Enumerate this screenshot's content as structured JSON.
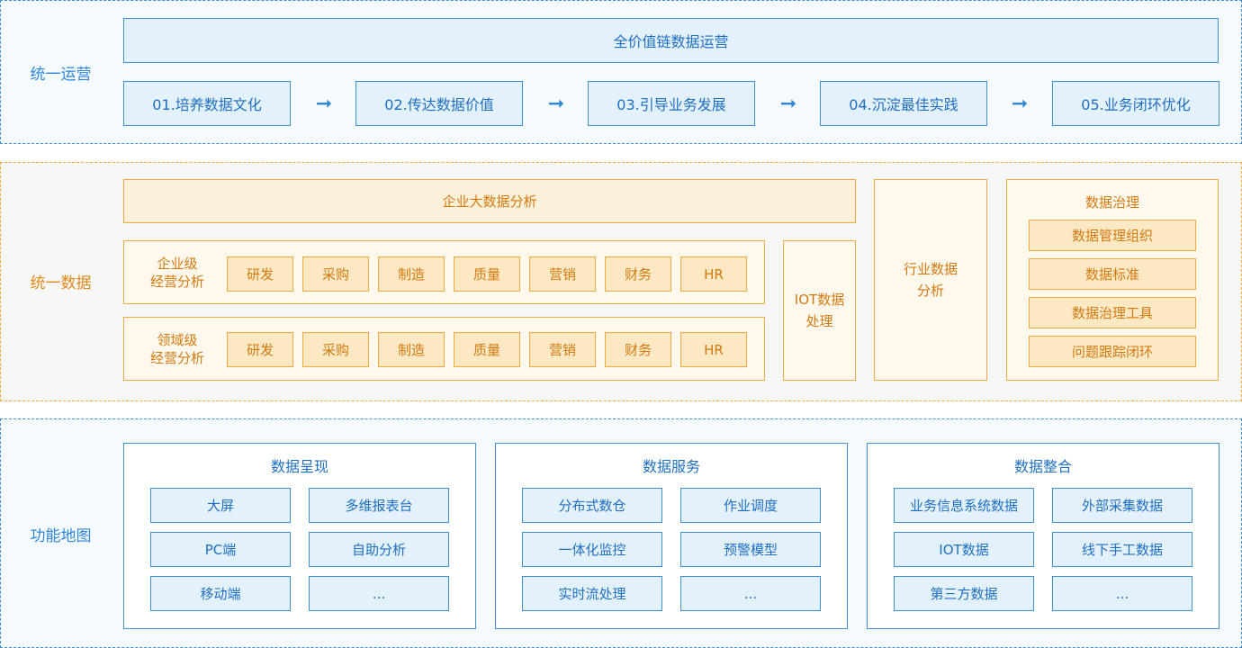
{
  "ops": {
    "label": "统一运营",
    "banner": "全价值链数据运营",
    "steps": [
      "01.培养数据文化",
      "02.传达数据价值",
      "03.引导业务发展",
      "04.沉淀最佳实践",
      "05.业务闭环优化"
    ]
  },
  "data": {
    "label": "统一数据",
    "banner": "企业大数据分析",
    "row1_label": [
      "企业级",
      "经营分析"
    ],
    "row2_label": [
      "领域级",
      "经营分析"
    ],
    "items": [
      "研发",
      "采购",
      "制造",
      "质量",
      "营销",
      "财务",
      "HR"
    ],
    "iot": [
      "IOT数据",
      "处理"
    ],
    "industry": [
      "行业数据",
      "分析"
    ],
    "governance": {
      "title": "数据治理",
      "items": [
        "数据管理组织",
        "数据标准",
        "数据治理工具",
        "问题跟踪闭环"
      ]
    }
  },
  "func": {
    "label": "功能地图",
    "groups": [
      {
        "title": "数据呈现",
        "items": [
          "大屏",
          "多维报表台",
          "PC端",
          "自助分析",
          "移动端",
          "..."
        ]
      },
      {
        "title": "数据服务",
        "items": [
          "分布式数仓",
          "作业调度",
          "一体化监控",
          "预警模型",
          "实时流处理",
          "..."
        ]
      },
      {
        "title": "数据整合",
        "items": [
          "业务信息系统数据",
          "外部采集数据",
          "IOT数据",
          "线下手工数据",
          "第三方数据",
          "..."
        ]
      }
    ]
  }
}
